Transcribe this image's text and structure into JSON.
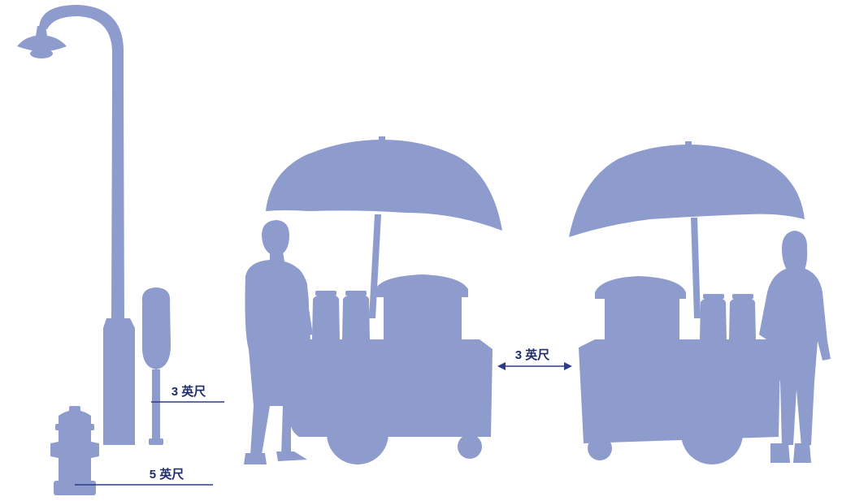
{
  "colors": {
    "silhouette": "#8e9bcd",
    "measure_line": "#2b3a8a",
    "label": "#1f2d6b",
    "background": "#ffffff"
  },
  "labels": {
    "meter_clearance": "3 英尺",
    "cart_gap": "3 英尺",
    "hydrant_clearance": "5 英尺"
  },
  "objects": [
    "street-lamp",
    "parking-meter",
    "fire-hydrant",
    "vendor-man",
    "vendor-cart-left",
    "vendor-cart-right",
    "vendor-woman"
  ]
}
